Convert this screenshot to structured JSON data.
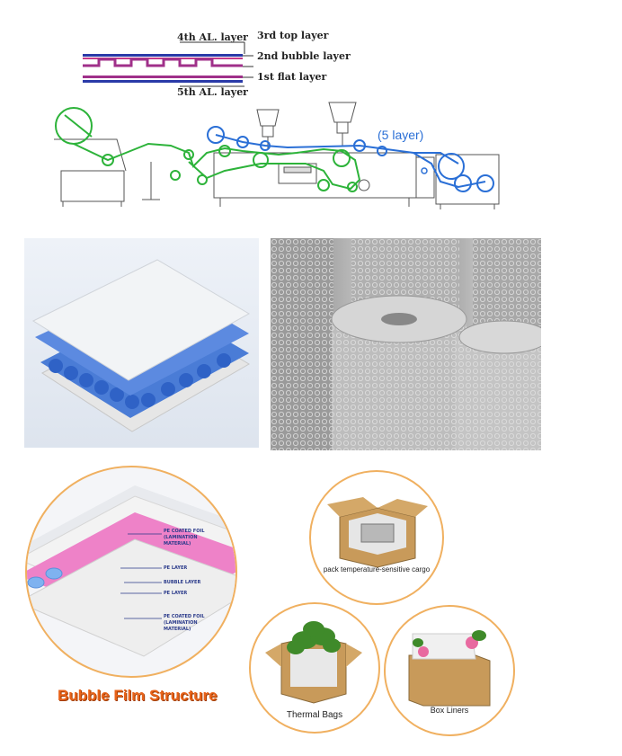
{
  "layers_diagram": {
    "labels": {
      "al4": "4th AL. layer",
      "top3": "3rd top layer",
      "bubble2": "2nd bubble layer",
      "flat1": "1st flat layer",
      "al5": "5th AL. layer"
    }
  },
  "machine": {
    "label": "(5 layer)",
    "colors": {
      "green": "#2db33a",
      "blue": "#2a6fd6",
      "outline": "#555555"
    }
  },
  "structure": {
    "callouts": {
      "pe_foil_top_1": "PE COATED FOIL",
      "pe_foil_top_2": "(LAMINATION",
      "pe_foil_top_3": "MATERIAL)",
      "pe_layer_1": "PE LAYER",
      "bubble_layer": "BUBBLE LAYER",
      "pe_layer_2": "PE LAYER",
      "pe_foil_bot_1": "PE COATED FOIL",
      "pe_foil_bot_2": "(LAMINATION",
      "pe_foil_bot_3": "MATERIAL)"
    },
    "title": "Bubble Film Structure",
    "title_color": "#e8631a"
  },
  "applications": {
    "cargo": "pack temperature-sensitive cargo",
    "thermal_bags": "Thermal Bags",
    "box_liners": "Box Liners"
  }
}
